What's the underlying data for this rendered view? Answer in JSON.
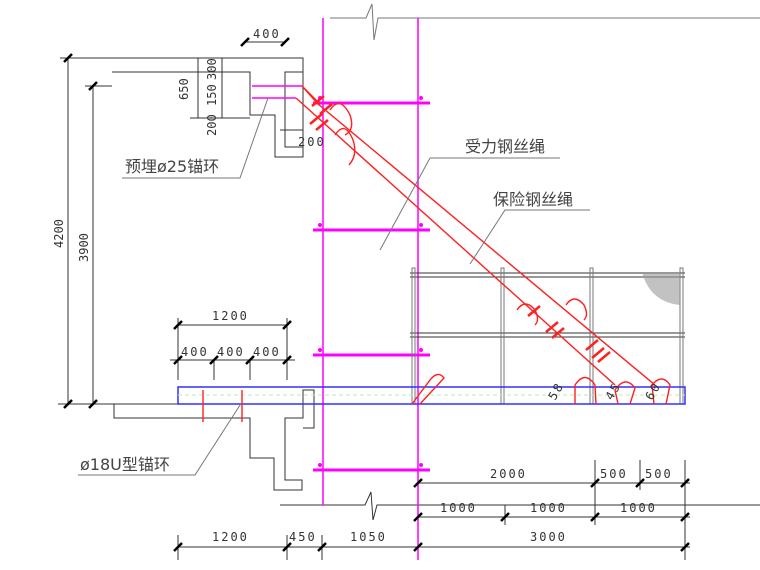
{
  "labels": {
    "embedded_anchor": "预埋ø25锚环",
    "main_rope": "受力钢丝绳",
    "safety_rope": "保险钢丝绳",
    "u_anchor": "ø18U型锚环"
  },
  "dimensions": {
    "top_400": "400",
    "d650": "650",
    "d150": "150",
    "d300": "300",
    "d200_left": "200",
    "d200_right": "200",
    "h4200": "4200",
    "h3900": "3900",
    "upper_1200": "1200",
    "upper_400_a": "400",
    "upper_400_b": "400",
    "upper_400_c": "400",
    "r2000": "2000",
    "r500_a": "500",
    "r500_b": "500",
    "r1000_a": "1000",
    "r1000_b": "1000",
    "r1000_c": "1000",
    "b1200": "1200",
    "b450": "450",
    "b1050": "1050",
    "b3000": "3000"
  },
  "angles": {
    "a1": "58",
    "a2": "45",
    "a3": "60"
  },
  "colors": {
    "column": "#ff00ff",
    "rope": "#ff2020",
    "platform": "#3030ff",
    "structure": "#333333"
  }
}
